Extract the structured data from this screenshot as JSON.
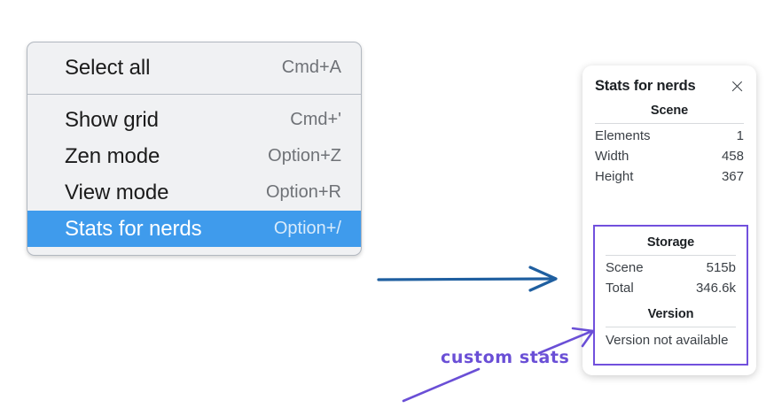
{
  "menu": {
    "groups": [
      {
        "items": [
          {
            "label": "Select all",
            "shortcut": "Cmd+A",
            "selected": false
          }
        ]
      },
      {
        "items": [
          {
            "label": "Show grid",
            "shortcut": "Cmd+'",
            "selected": false
          },
          {
            "label": "Zen mode",
            "shortcut": "Option+Z",
            "selected": false
          },
          {
            "label": "View mode",
            "shortcut": "Option+R",
            "selected": false
          },
          {
            "label": "Stats for nerds",
            "shortcut": "Option+/",
            "selected": true
          }
        ]
      }
    ],
    "highlight_color": "#3f9bec"
  },
  "stats_panel": {
    "title": "Stats for nerds",
    "close_icon": "close-icon",
    "sections": [
      {
        "heading": "Scene",
        "rows": [
          {
            "key": "Elements",
            "value": "1"
          },
          {
            "key": "Width",
            "value": "458"
          },
          {
            "key": "Height",
            "value": "367"
          }
        ]
      },
      {
        "heading": "Storage",
        "rows": [
          {
            "key": "Scene",
            "value": "515b"
          },
          {
            "key": "Total",
            "value": "346.6k"
          }
        ]
      },
      {
        "heading": "Version",
        "rows": [
          {
            "key": "Version not available",
            "value": ""
          }
        ]
      }
    ]
  },
  "annotations": {
    "custom_stats_label": "custom stats",
    "arrow_blue_color": "#1f5fa0",
    "arrow_purple_color": "#6a4fd6",
    "highlight_box_color": "#7150dd"
  }
}
